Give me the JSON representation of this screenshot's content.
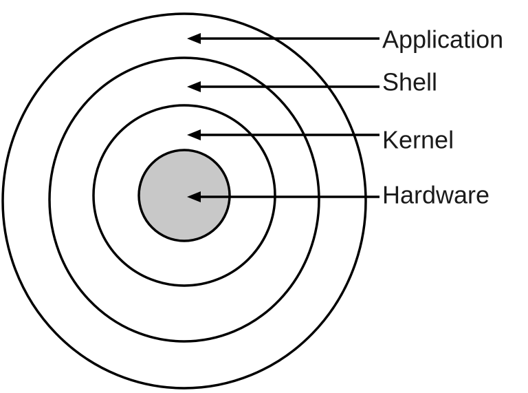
{
  "diagram": {
    "layers": [
      {
        "id": "application",
        "label": "Application"
      },
      {
        "id": "shell",
        "label": "Shell"
      },
      {
        "id": "kernel",
        "label": "Kernel"
      },
      {
        "id": "hardware",
        "label": "Hardware"
      }
    ],
    "colors": {
      "core_fill": "#c8c8c8",
      "stroke": "#000000",
      "text": "#1a1a1a",
      "background": "#ffffff"
    }
  }
}
